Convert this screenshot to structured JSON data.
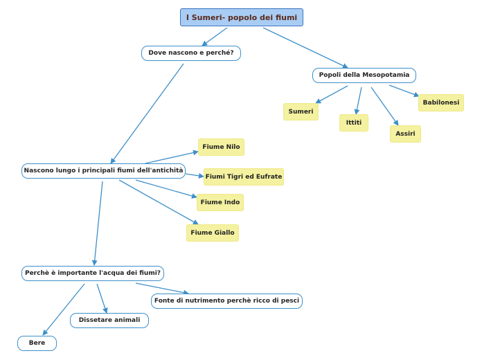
{
  "root": {
    "label": "I Sumeri- popolo dei fiumi"
  },
  "dove": {
    "label": "Dove nascono e perché?"
  },
  "popoli": {
    "label": "Popoli della Mesopotamia"
  },
  "sumeri": {
    "label": "Sumeri"
  },
  "ittiti": {
    "label": "Ittiti"
  },
  "assiri": {
    "label": "Assiri"
  },
  "babilonesi": {
    "label": "Babilonesi"
  },
  "nascono": {
    "label": "Nascono lungo i principali fiumi dell'antichità"
  },
  "nilo": {
    "label": "Fiume Nilo"
  },
  "tigri": {
    "label": "Fiumi Tigri ed Eufrate"
  },
  "indo": {
    "label": "Fiume Indo"
  },
  "giallo": {
    "label": "Fiume Giallo"
  },
  "perche": {
    "label": "Perchè è importante l'acqua dei fiumi?"
  },
  "fonte": {
    "label": "Fonte di nutrimento perchè ricco di pesci"
  },
  "dissetare": {
    "label": "Dissetare animali"
  },
  "bere": {
    "label": "Bere"
  },
  "colors": {
    "edge": "#3d8fc9",
    "leaf": "#f4f1a0",
    "root": "#a9ccf4"
  }
}
